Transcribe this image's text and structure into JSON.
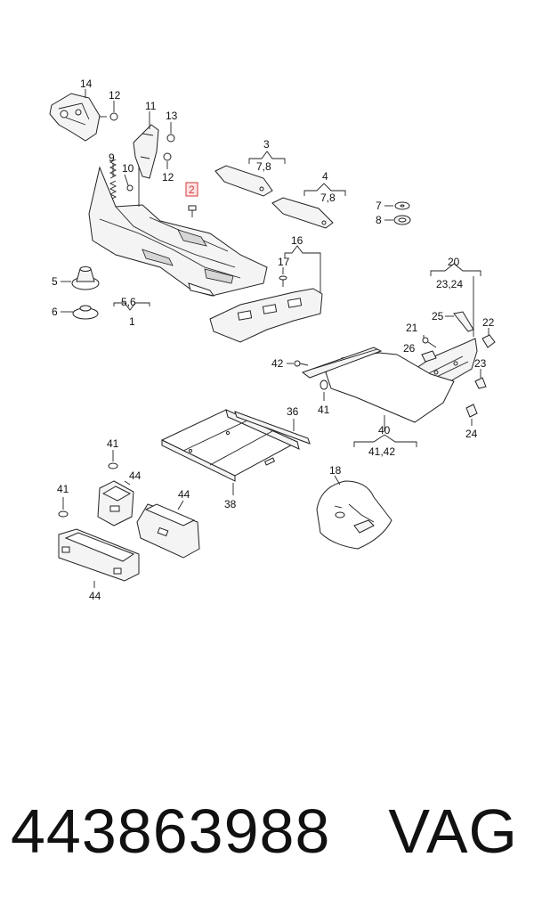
{
  "diagram": {
    "callouts": {
      "c14": "14",
      "c12a": "12",
      "c11": "11",
      "c13": "13",
      "c12b": "12",
      "c9": "9",
      "c10": "10",
      "c2": "2",
      "c3": "3",
      "c3sub": "7,8",
      "c4": "4",
      "c4sub": "7,8",
      "c7": "7",
      "c8": "8",
      "c16": "16",
      "c17": "17",
      "c5": "5",
      "c6": "6",
      "c56": "5,6",
      "c1": "1",
      "c20": "20",
      "c20sub": "23,24",
      "c25": "25",
      "c22": "22",
      "c21": "21",
      "c26": "26",
      "c42": "42",
      "c41a": "41",
      "c23": "23",
      "c36": "36",
      "c40": "40",
      "c40sub": "41,42",
      "c24": "24",
      "c41b": "41",
      "c44a": "44",
      "c18": "18",
      "c41c": "41",
      "c44b": "44",
      "c38": "38",
      "c44c": "44"
    },
    "highlight_color": "#d23a3a"
  },
  "footer": {
    "part_number": "443863988",
    "brand": "VAG"
  }
}
